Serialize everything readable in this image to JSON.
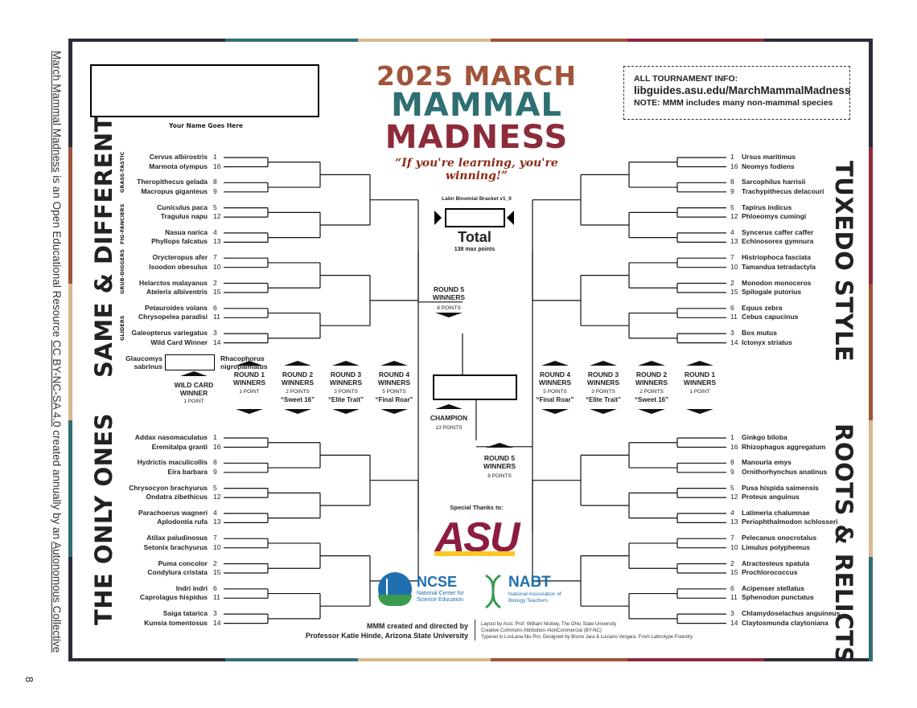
{
  "side_text": {
    "pre": "March Mammal Madness",
    "mid1": " is an Open Educational Resource ",
    "license": "CC BY-NC-SA 4.0",
    "mid2": " created annually by an ",
    "collective": "Autonomous Collective"
  },
  "page_number": "8",
  "name_label": "Your Name Goes Here",
  "logo": {
    "line1": "2025 MARCH",
    "line2": "MAMMAL",
    "line3": "MADNESS"
  },
  "tagline": "“If you're learning, you're winning!”",
  "info": {
    "heading": "ALL TOURNAMENT INFO:",
    "url": "libguides.asu.edu/MarchMammalMadness",
    "note": "NOTE: MMM includes many non-mammal species"
  },
  "bracket_version": "Latin Binomial Bracket v1_0",
  "total": {
    "label": "Total",
    "max": "138 max points"
  },
  "divisions": {
    "tl": "SAME & DIFFERENT",
    "bl": "THE ONLY ONES",
    "tr": "TUXEDO STYLE",
    "br": "ROOTS & RELICTS"
  },
  "categories": [
    "GRASS-TASTIC",
    "FIG-FANCIERS",
    "GRUB-DIGGERS",
    "GLIDERS"
  ],
  "wildcard": {
    "a": "Glaucomys\nsabrinus",
    "b": "Rhacophorus\nnigropalmatus",
    "label": "WILD CARD\nWINNER",
    "pts": "1 POINT"
  },
  "rounds_left": [
    {
      "name": "ROUND 1\nWINNERS",
      "pts": "1 POINT",
      "nick": ""
    },
    {
      "name": "ROUND 2\nWINNERS",
      "pts": "2 POINTS",
      "nick": "“Sweet 16”"
    },
    {
      "name": "ROUND 3\nWINNERS",
      "pts": "3 POINTS",
      "nick": "“Elite Trait”"
    },
    {
      "name": "ROUND 4\nWINNERS",
      "pts": "5 POINTS",
      "nick": "“Final Roar”"
    }
  ],
  "rounds_right": [
    {
      "name": "ROUND 4\nWINNERS",
      "pts": "5 POINTS",
      "nick": "“Final Roar”"
    },
    {
      "name": "ROUND 3\nWINNERS",
      "pts": "3 POINTS",
      "nick": "“Elite Trait”"
    },
    {
      "name": "ROUND 2\nWINNERS",
      "pts": "2 POINTS",
      "nick": "“Sweet 16”"
    },
    {
      "name": "ROUND 1\nWINNERS",
      "pts": "1 POINT",
      "nick": ""
    }
  ],
  "round5_top": {
    "name": "ROUND 5\nWINNERS",
    "pts": "8 POINTS"
  },
  "round5_bottom": {
    "name": "ROUND 5\nWINNERS",
    "pts": "8 POINTS"
  },
  "champion": {
    "name": "CHAMPION",
    "pts": "13 POINTS"
  },
  "teams": {
    "tl": [
      [
        "Cervus albirostris",
        "1"
      ],
      [
        "Marmota olympus",
        "16"
      ],
      [
        "Theropithecus gelada",
        "8"
      ],
      [
        "Macropus giganteus",
        "9"
      ],
      [
        "Cuniculus paca",
        "5"
      ],
      [
        "Tragulus napu",
        "12"
      ],
      [
        "Nasua narica",
        "4"
      ],
      [
        "Phyllops falcatus",
        "13"
      ],
      [
        "Orycteropus afer",
        "7"
      ],
      [
        "Isoodon obesulus",
        "10"
      ],
      [
        "Helarctos malayanus",
        "2"
      ],
      [
        "Atelerix albiventris",
        "15"
      ],
      [
        "Petauroides volans",
        "6"
      ],
      [
        "Chrysopelea paradisi",
        "11"
      ],
      [
        "Galeopterus variegatus",
        "3"
      ],
      [
        "Wild Card Winner",
        "14"
      ]
    ],
    "bl": [
      [
        "Addax nasomaculatus",
        "1"
      ],
      [
        "Eremitalpa granti",
        "16"
      ],
      [
        "Hydrictis maculicollis",
        "8"
      ],
      [
        "Eira barbara",
        "9"
      ],
      [
        "Chrysocyon brachyurus",
        "5"
      ],
      [
        "Ondatra zibethicus",
        "12"
      ],
      [
        "Parachoerus wagneri",
        "4"
      ],
      [
        "Aplodontia rufa",
        "13"
      ],
      [
        "Atilax paludinosus",
        "7"
      ],
      [
        "Setonix brachyurus",
        "10"
      ],
      [
        "Puma concolor",
        "2"
      ],
      [
        "Condylura cristata",
        "15"
      ],
      [
        "Indri indri",
        "6"
      ],
      [
        "Caprolagus hispidus",
        "11"
      ],
      [
        "Saiga tatarica",
        "3"
      ],
      [
        "Kunsia tomentosus",
        "14"
      ]
    ],
    "tr": [
      [
        "Ursus maritimus",
        "1"
      ],
      [
        "Neomys fodiens",
        "16"
      ],
      [
        "Sarcophilus harrisii",
        "8"
      ],
      [
        "Trachypithecus delacouri",
        "9"
      ],
      [
        "Tapirus indicus",
        "5"
      ],
      [
        "Phloeomys cumingi",
        "12"
      ],
      [
        "Syncerus caffer caffer",
        "4"
      ],
      [
        "Echinosorex gymnura",
        "13"
      ],
      [
        "Histriophoca fasciata",
        "7"
      ],
      [
        "Tamandua tetradactyla",
        "10"
      ],
      [
        "Monodon monoceros",
        "2"
      ],
      [
        "Spilogale putorius",
        "15"
      ],
      [
        "Equus zebra",
        "6"
      ],
      [
        "Cebus capucinus",
        "11"
      ],
      [
        "Bos mutus",
        "3"
      ],
      [
        "Ictonyx striatus",
        "14"
      ]
    ],
    "br": [
      [
        "Ginkgo biloba",
        "1"
      ],
      [
        "Rhizophagus aggregatum",
        "16"
      ],
      [
        "Manouria emys",
        "8"
      ],
      [
        "Ornithorhynchus anatinus",
        "9"
      ],
      [
        "Pusa hispida saimensis",
        "5"
      ],
      [
        "Proteus anguinus",
        "12"
      ],
      [
        "Latimeria chalumnae",
        "4"
      ],
      [
        "Periophthalmodon schlosseri",
        "13"
      ],
      [
        "Pelecanus onocrotalus",
        "7"
      ],
      [
        "Limulus polyphemus",
        "10"
      ],
      [
        "Atractosteus spatula",
        "2"
      ],
      [
        "Prochlorococcus",
        "15"
      ],
      [
        "Acipenser stellatus",
        "6"
      ],
      [
        "Sphenodon punctatus",
        "11"
      ],
      [
        "Chlamydoselachus anguineus",
        "3"
      ],
      [
        "Claytosmunda claytoniana",
        "14"
      ]
    ]
  },
  "thanks": "Special Thanks to:",
  "asu": "ASU",
  "ncse": {
    "name": "NCSE",
    "sub": "National Center for\nScience Education"
  },
  "nabt": {
    "name": "NABT",
    "sub": "National Association of\nBiology Teachers"
  },
  "credit": {
    "line1": "MMM created and directed by",
    "line2": "Professor Katie Hinde, Arizona State University"
  },
  "layout_credit": [
    "Layout by Asst. Prof. William Nickley, The Ohio State University",
    "Creative Commons Attribution–NonCommercial (BY-NC)",
    "Typeset in LosLana Niu Pro. Designed by Bruno Jara & Luciano Vergara. From Latinotype Foundry."
  ],
  "colors": {
    "teal": "#2f6f72",
    "rust": "#a0543a",
    "tan": "#d8b98f",
    "navy": "#2c2c3c",
    "maroon": "#8c2b3a",
    "asu_maroon": "#8c1d40",
    "asu_gold": "#ffc627",
    "ncse_blue": "#1f6fb0",
    "nabt_green": "#3a9b4f"
  }
}
